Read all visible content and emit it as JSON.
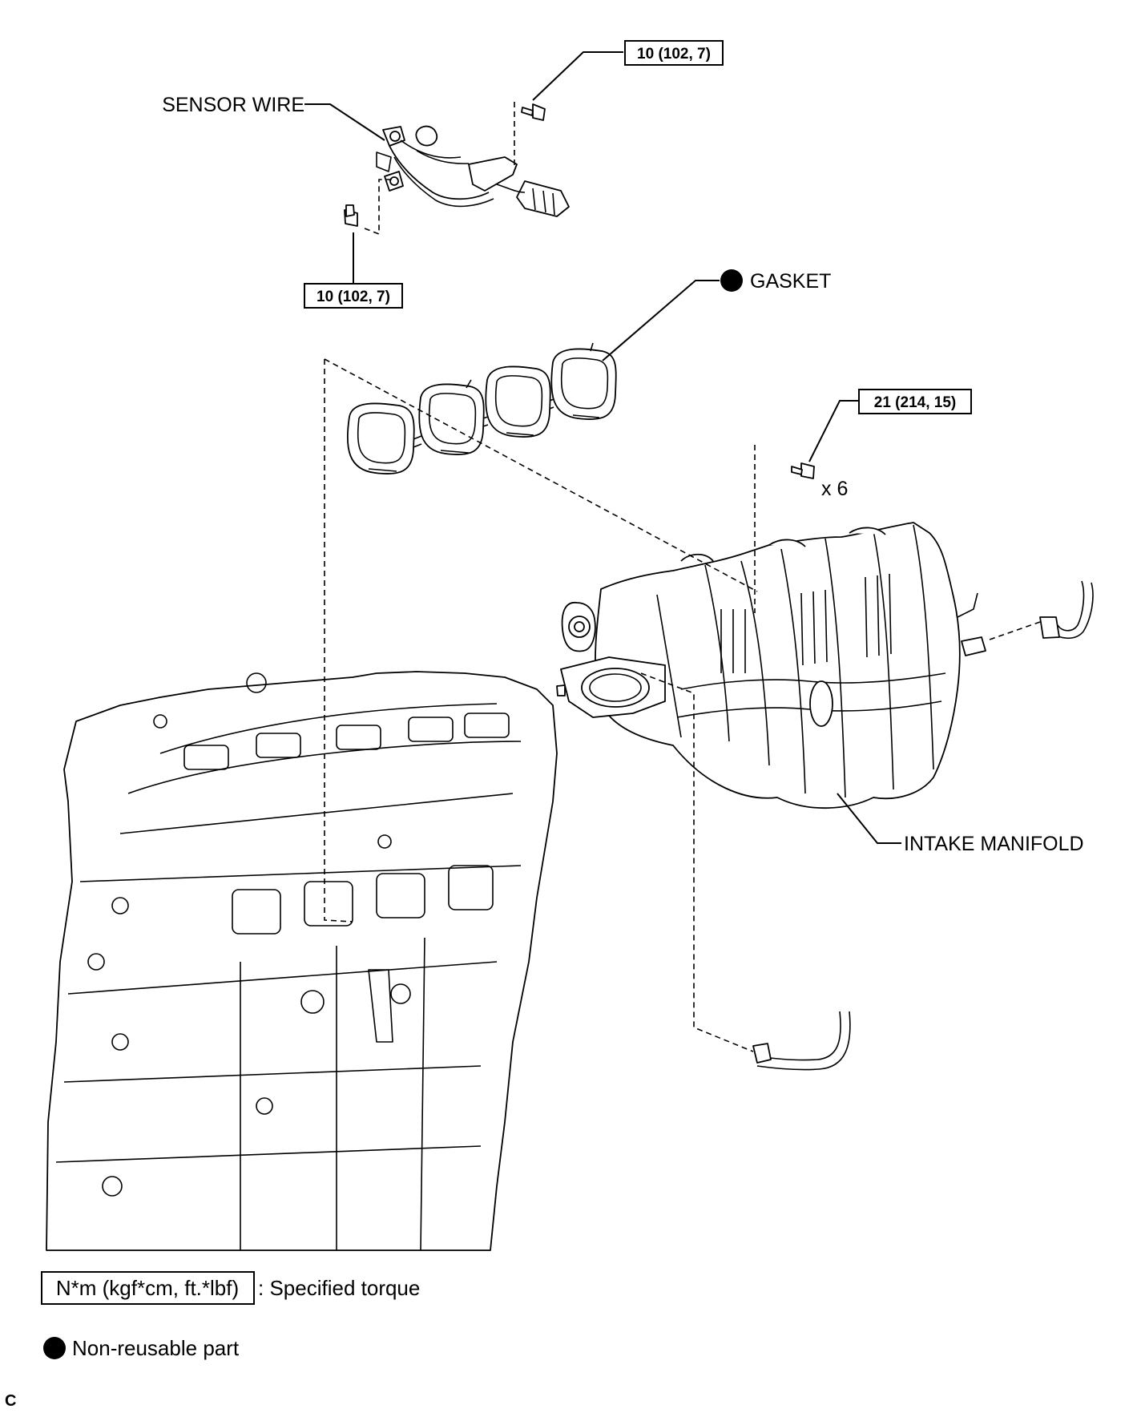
{
  "callouts": {
    "sensor_wire": "SENSOR WIRE",
    "gasket": "GASKET",
    "intake_manifold": "INTAKE MANIFOLD",
    "bolt_count": "x 6"
  },
  "torque_values": {
    "sensor_bolt_top": "10 (102, 7)",
    "sensor_bolt_bottom": "10 (102, 7)",
    "manifold_bolts": "21 (214, 15)"
  },
  "legend": {
    "torque_box": "N*m (kgf*cm, ft.*lbf)",
    "torque_desc": ": Specified torque",
    "nonreusable_desc": "Non-reusable part"
  },
  "corner_mark": "C",
  "colors": {
    "ink": "#000000",
    "paper": "#ffffff"
  }
}
